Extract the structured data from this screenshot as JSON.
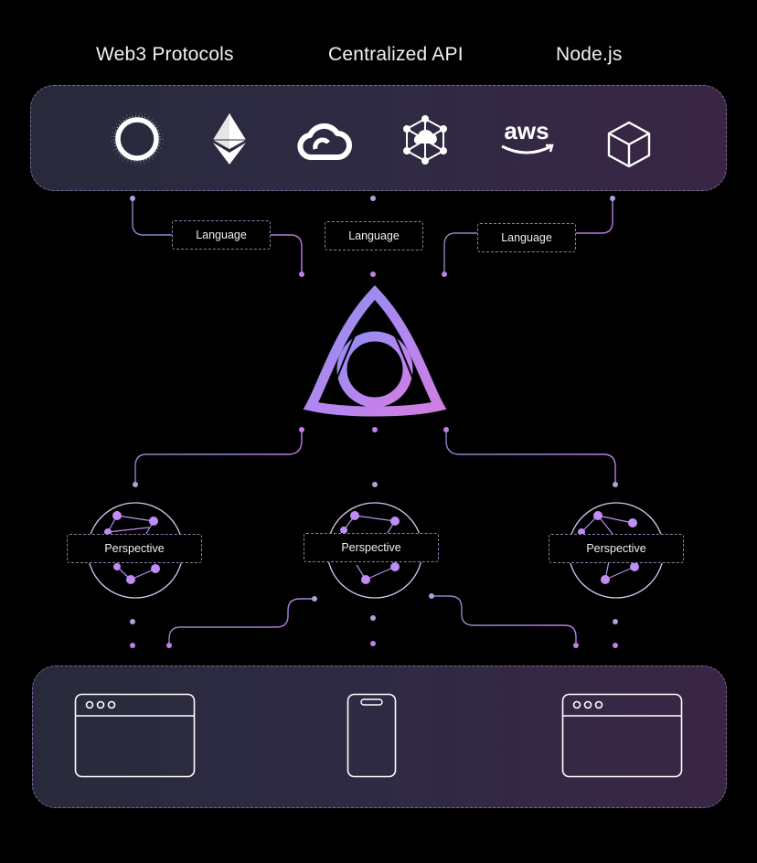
{
  "headers": {
    "web3": "Web3 Protocols",
    "central": "Centralized API",
    "node": "Node.js"
  },
  "icons": [
    "ring-icon",
    "ethereum-icon",
    "google-cloud-icon",
    "holochain-network-icon",
    "aws-icon",
    "cube-icon"
  ],
  "aws_text": "aws",
  "languages": [
    "Language",
    "Language",
    "Language"
  ],
  "perspectives": [
    "Perspective",
    "Perspective",
    "Perspective"
  ],
  "devices": [
    "browser-window-icon",
    "mobile-phone-icon",
    "browser-window-icon"
  ],
  "colors": {
    "accent": "#b37de8",
    "line": "#8a7fb5",
    "band_left": "#282a3b",
    "band_right": "#3a2644"
  }
}
